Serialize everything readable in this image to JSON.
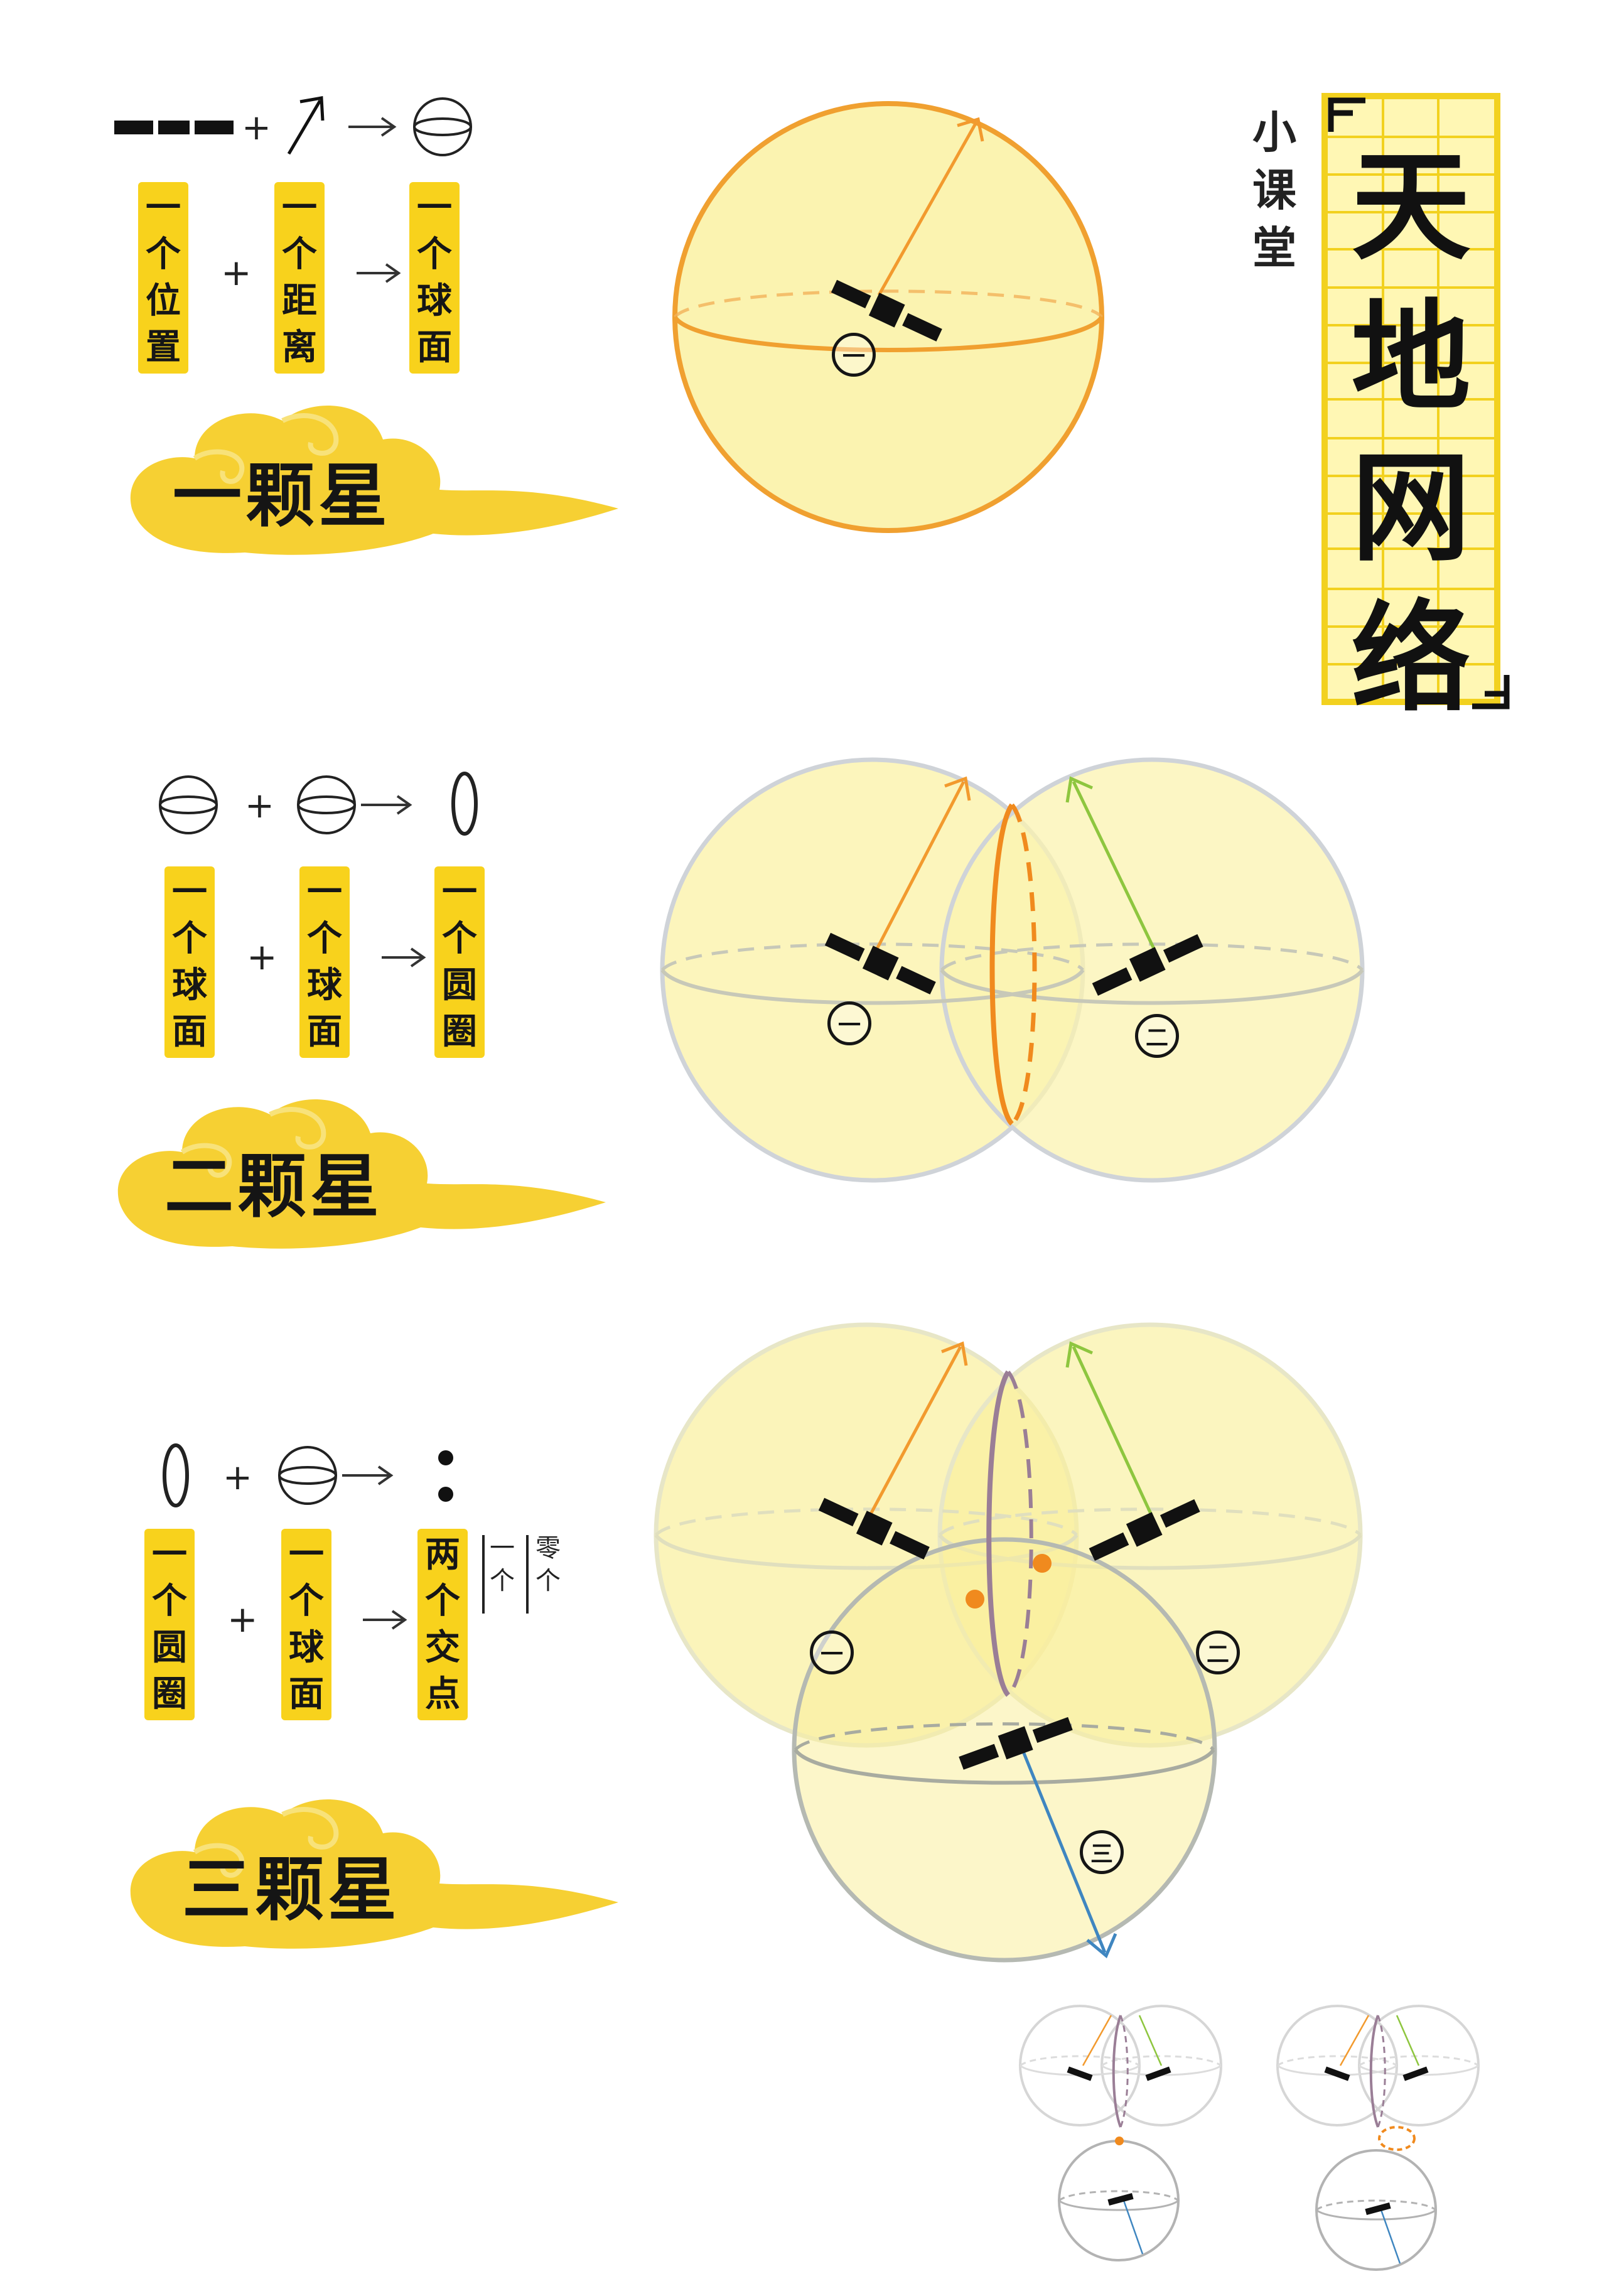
{
  "title": {
    "side": [
      "小",
      "课",
      "堂"
    ],
    "main": [
      "天",
      "地",
      "网",
      "络"
    ]
  },
  "sections": [
    {
      "heading": "一颗星",
      "operators": [
        "+",
        "+"
      ],
      "tags": [
        [
          "一",
          "个",
          "位",
          "置"
        ],
        [
          "一",
          "个",
          "距",
          "离"
        ],
        [
          "一",
          "个",
          "球",
          "面"
        ]
      ]
    },
    {
      "heading": "二颗星",
      "operators": [
        "+",
        "+"
      ],
      "tags": [
        [
          "一",
          "个",
          "球",
          "面"
        ],
        [
          "一",
          "个",
          "球",
          "面"
        ],
        [
          "一",
          "个",
          "圆",
          "圈"
        ]
      ]
    },
    {
      "heading": "三颗星",
      "operators": [
        "+",
        "+"
      ],
      "tags": [
        [
          "一",
          "个",
          "圆",
          "圈"
        ],
        [
          "一",
          "个",
          "球",
          "面"
        ],
        [
          "两",
          "个",
          "交",
          "点"
        ]
      ],
      "notes": [
        [
          "一",
          "个"
        ],
        [
          "零",
          "个"
        ]
      ]
    }
  ],
  "badges": {
    "one": "一",
    "two": "二",
    "three": "三"
  },
  "colors": {
    "yellow_tag": "#f8d21c",
    "sphere_fill": "#fbf3b0",
    "orange": "#f29a2e",
    "green": "#8ec63f",
    "blue": "#3f86c0",
    "purple": "#9a7e96"
  },
  "icons": [
    "satellite-icon",
    "arrow-icon",
    "sphere-icon",
    "ellipse-icon",
    "dots-icon",
    "cloud-icon"
  ]
}
